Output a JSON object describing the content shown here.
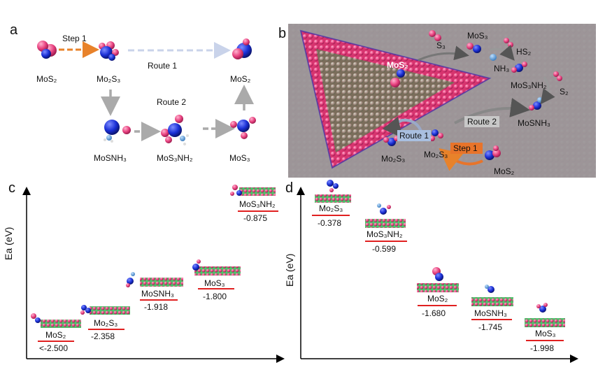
{
  "panels": {
    "a": "a",
    "b": "b",
    "c": "c",
    "d": "d"
  },
  "panel_a": {
    "step1": "Step 1",
    "route1": "Route 1",
    "route2": "Route 2",
    "mol": {
      "mos2_start": "MoS₂",
      "mo2s3": "Mo₂S₃",
      "mos2_end": "MoS₂",
      "mosnh3": "MoSNH₃",
      "mos3nh2": "MoS₃NH₂",
      "mos3": "MoS₃"
    }
  },
  "panel_b": {
    "s3": "S₃",
    "mos3": "MoS₃",
    "hs2": "HS₂",
    "nh3": "NH₃",
    "mos2_surface": "MoS₂",
    "mos3nh2": "MoS₃NH₂",
    "s2": "S₂",
    "route2": "Route 2",
    "mosnh3": "MoSNH₃",
    "route1": "Route 1",
    "mo2s3_left": "Mo₂S₃",
    "mo2s3_center": "Mo₂S₃",
    "step1": "Step 1",
    "mos2_bottom": "MoS₂"
  },
  "panel_c": {
    "ylabel": "Ea (eV)",
    "states": [
      {
        "name": "MoS₂",
        "value": "<-2.500"
      },
      {
        "name": "Mo₂S₃",
        "value": "-2.358"
      },
      {
        "name": "MoSNH₃",
        "value": "-1.918"
      },
      {
        "name": "MoS₃",
        "value": "-1.800"
      },
      {
        "name": "MoS₃NH₂",
        "value": "-0.875"
      }
    ]
  },
  "panel_d": {
    "ylabel": "Ea (eV)",
    "states": [
      {
        "name": "Mo₂S₃",
        "value": "-0.378"
      },
      {
        "name": "MoS₃NH₂",
        "value": "-0.599"
      },
      {
        "name": "MoS₂",
        "value": "-1.680"
      },
      {
        "name": "MoSNH₃",
        "value": "-1.745"
      },
      {
        "name": "MoS₃",
        "value": "-1.998"
      }
    ]
  },
  "colors": {
    "mo": "#1a2fd6",
    "s": "#e8417f",
    "n": "#4a8fd0",
    "h": "#d8d8e8",
    "lattice_pink": "#e35a8a",
    "lattice_green": "#4cc36a",
    "step1_arrow": "#e8822a",
    "route1_arrow": "#c9d3ea",
    "route2_arrow": "#aaaaaa",
    "energy_line": "#e02020",
    "route1_box": "#a9bfe0",
    "route2_box": "#c8c8c8",
    "step1_box": "#e8742a"
  }
}
